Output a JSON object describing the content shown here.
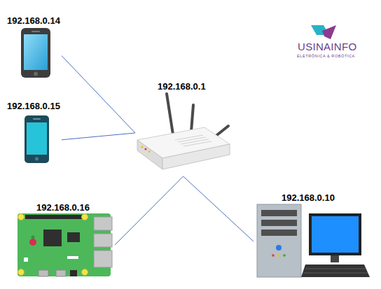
{
  "diagram": {
    "nodes": [
      {
        "text": [
          "192.168.0.14"
        ]
      },
      {
        "text": [
          "192.168.0.1"
        ]
      },
      {
        "text": [
          "192.168.0.15"
        ]
      },
      {
        "text": [
          "192.168.0.10"
        ]
      },
      {
        "text": [
          "192.168.0.16"
        ]
      }
    ],
    "edges": [
      {
        "from": 0,
        "to": 1,
        "arrow": "none"
      },
      {
        "from": 2,
        "to": 1,
        "arrow": "none"
      },
      {
        "from": 4,
        "to": 1,
        "arrow": "none"
      },
      {
        "from": 3,
        "to": 1,
        "arrow": "none"
      }
    ],
    "labels": [
      "USINAINFO",
      "ELETRÔNICA & ROBÓTICA"
    ]
  }
}
